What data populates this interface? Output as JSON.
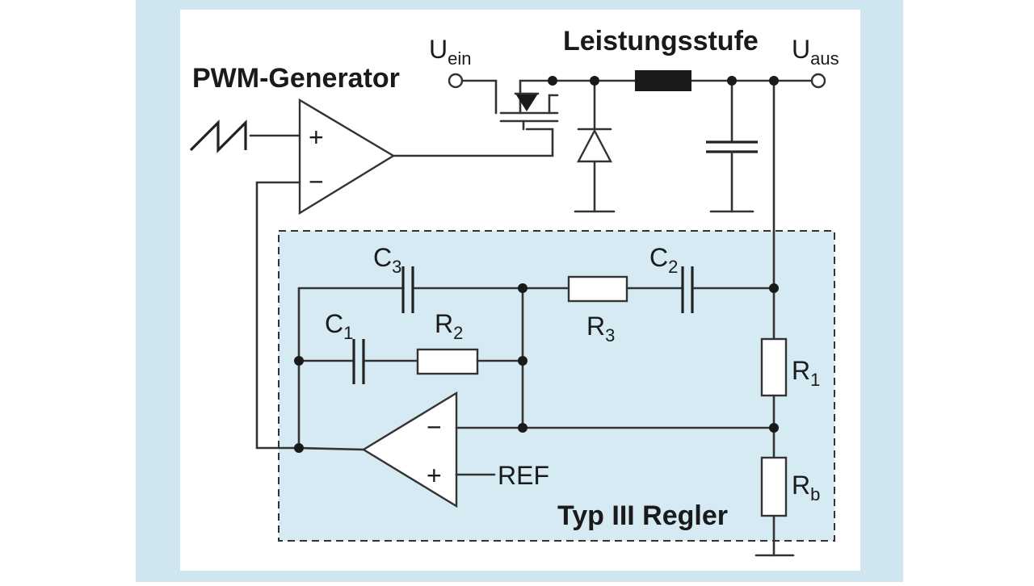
{
  "colors": {
    "frame": "#cfe5f0",
    "panel": "#ffffff",
    "controller_box": "#d5eaf3",
    "wire": "#333333",
    "inductor": "#1a1a1a"
  },
  "labels": {
    "pwm_generator": "PWM-Generator",
    "power_stage": "Leistungsstufe",
    "u_in": {
      "base": "U",
      "sub": "ein"
    },
    "u_out": {
      "base": "U",
      "sub": "aus"
    },
    "comparator_plus": "+",
    "comparator_minus": "−",
    "controller_plus": "+",
    "controller_minus": "−",
    "ref": "REF",
    "controller_type": "Typ III Regler",
    "c1": {
      "base": "C",
      "sub": "1"
    },
    "c2": {
      "base": "C",
      "sub": "2"
    },
    "c3": {
      "base": "C",
      "sub": "3"
    },
    "r1": {
      "base": "R",
      "sub": "1"
    },
    "r2": {
      "base": "R",
      "sub": "2"
    },
    "r3": {
      "base": "R",
      "sub": "3"
    },
    "rb": {
      "base": "R",
      "sub": "b"
    }
  }
}
